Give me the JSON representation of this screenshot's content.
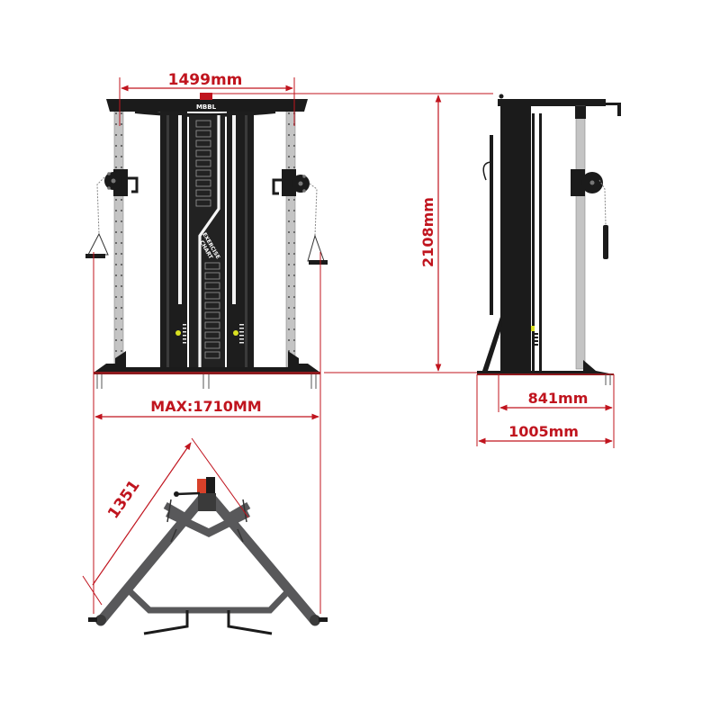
{
  "diagram": {
    "subject": "Functional trainer cable machine dimension drawing",
    "colors": {
      "dimension_line": "#c0141e",
      "frame_dark": "#1b1b1b",
      "upright_silver": "#bdbdbd",
      "base_gray": "#58585a",
      "accent_red": "#d8412a",
      "weight_yellow": "#d9e021",
      "background": "#ffffff"
    },
    "front_view": {
      "brand_mark": "MBBL",
      "panel_text_1": "EXERCISE",
      "panel_text_2": "CHART",
      "width_top": "1499mm",
      "width_max": "MAX:1710MM",
      "height": "2108mm"
    },
    "side_view": {
      "base_depth": "841mm",
      "total_depth": "1005mm"
    },
    "top_view": {
      "diagonal": "1351"
    }
  }
}
